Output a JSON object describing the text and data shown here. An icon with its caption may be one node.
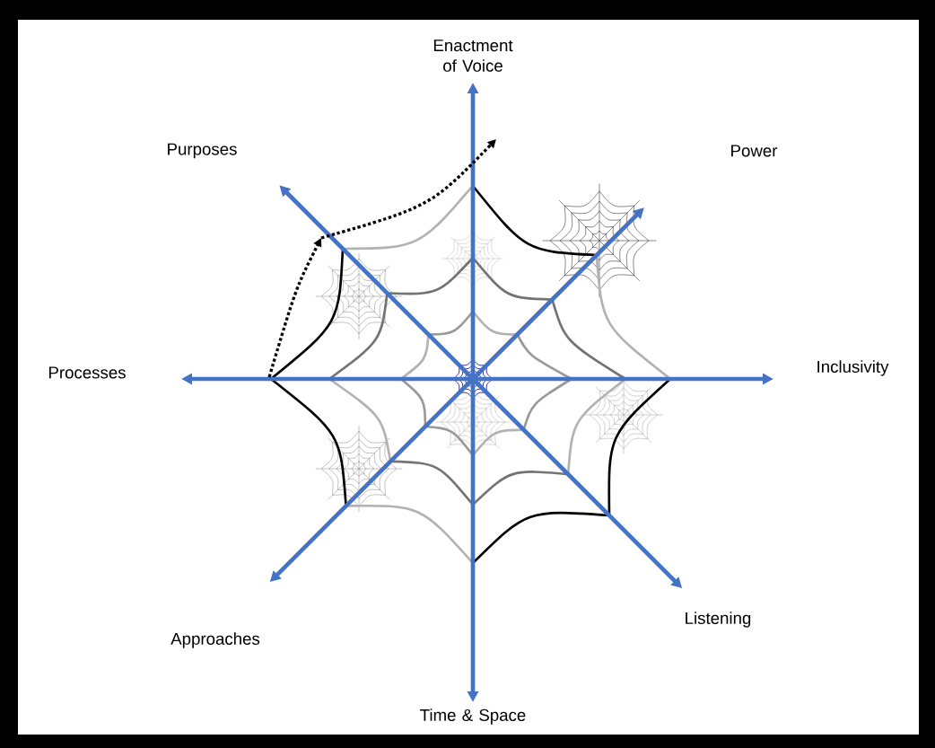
{
  "diagram": {
    "labels": [
      "Enactment of Voice",
      "Purposes",
      "Power",
      "Processes",
      "Inclusivity",
      "Approaches",
      "Listening",
      "Time & Space"
    ]
  }
}
